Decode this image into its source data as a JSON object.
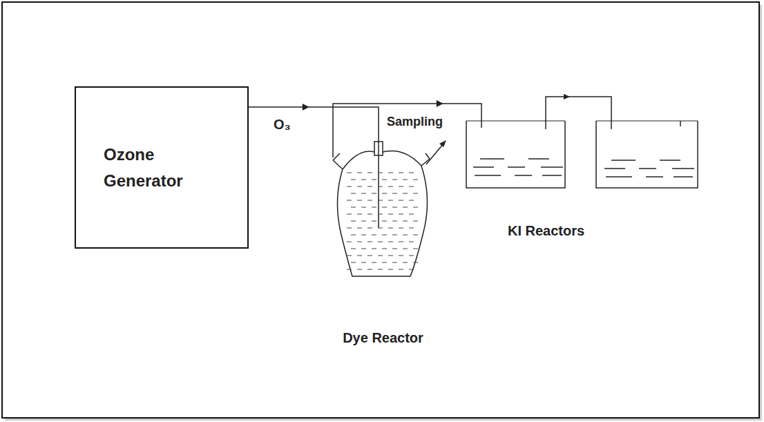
{
  "diagram": {
    "nodes": [
      {
        "text": [
          "Ozone Generator"
        ]
      },
      {
        "text": [
          "Dye Reactor"
        ]
      },
      {
        "text": [
          "KI Reactors"
        ]
      }
    ],
    "edges": [
      {
        "from": 0,
        "to": 1,
        "arrow": "to",
        "label": "O₃"
      },
      {
        "from": 1,
        "to": 2,
        "arrow": "to"
      }
    ],
    "labels": [
      "Sampling"
    ]
  }
}
